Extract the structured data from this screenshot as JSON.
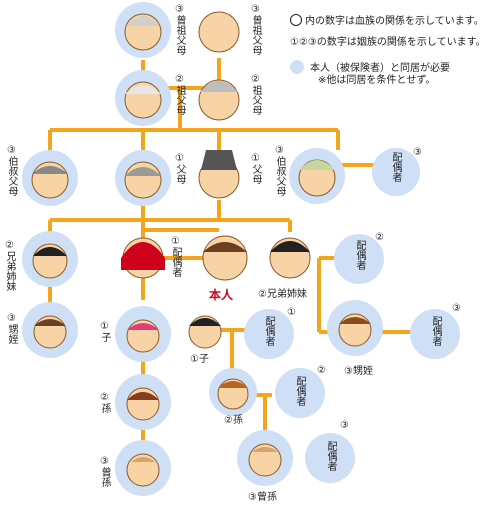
{
  "legend": {
    "line1": "内の数字は血族の関係を示しています。",
    "line2": "①②③の数字は姻族の関係を示しています。",
    "line3a": "本人（被保険者）と同居が必要",
    "line3b": "※他は同居を条件とせず。"
  },
  "people": {
    "great_grandfather": "③曾祖父母",
    "great_grandmother": "③曾祖父母",
    "grandfather": "②祖父母",
    "grandmother": "②祖父母",
    "uncle_aunt_left": "③伯叔父母",
    "father_left": "①父母",
    "father_right": "①父母",
    "uncle_aunt_right": "③伯叔父母",
    "spouse_of_uncle": "配偶者",
    "spouse_of_uncle_num": "③",
    "sibling_left": "②兄弟姉妹",
    "spouse_self": "①配偶者",
    "self": "本人",
    "sibling_right": "②兄弟姉妹",
    "spouse_of_sibling": "配偶者",
    "spouse_of_sibling_num": "②",
    "nephew_left": "③甥姪",
    "child_left": "①子",
    "child_center": "①子",
    "spouse_of_child": "配偶者",
    "spouse_of_child_num": "①",
    "nephew_right": "③甥姪",
    "spouse_of_nephew": "配偶者",
    "spouse_of_nephew_num": "③",
    "grandchild_left": "②孫",
    "grandchild_right": "②孫",
    "spouse_of_grandchild": "配偶者",
    "spouse_of_grandchild_num": "②",
    "greatgrand_left": "③曾孫",
    "greatgrand_right": "③曾孫",
    "spouse_of_greatgrand": "配偶者",
    "spouse_of_greatgrand_num": "③"
  },
  "colors": {
    "line": "#f4a51c",
    "bubble": "#cfe0f6",
    "skin": "#f7d3a6",
    "self_label": "#d0021b"
  }
}
